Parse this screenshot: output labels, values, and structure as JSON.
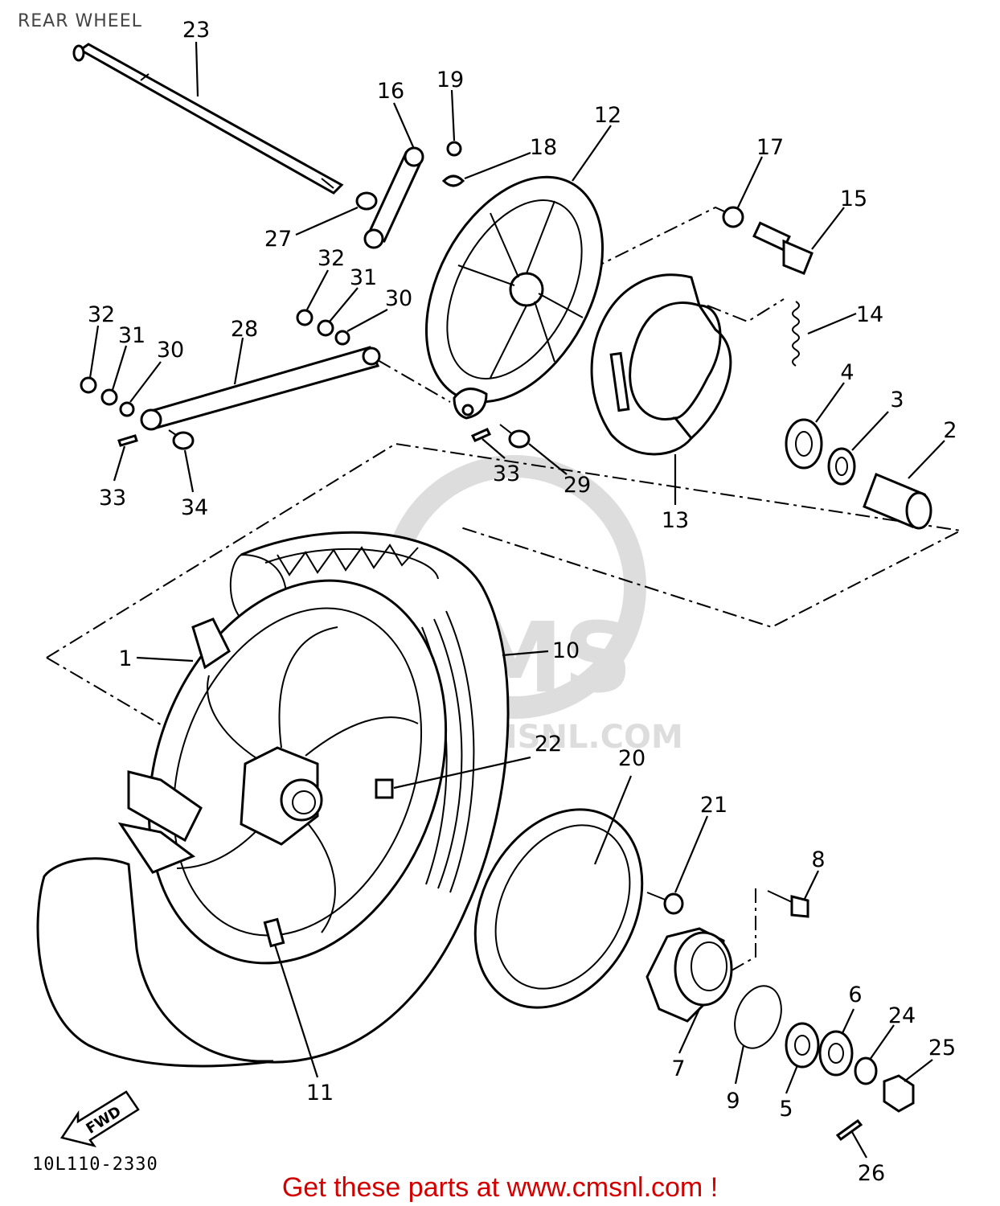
{
  "title": "REAR WHEEL",
  "diagram_code": "10L110-2330",
  "fwd_label": "FWD",
  "watermark": {
    "line1": "CMS",
    "line2": "WWW.CMSNL.COM"
  },
  "footer": "Get these parts at www.cmsnl.com !",
  "colors": {
    "footer": "#d40000",
    "ink": "#000000"
  },
  "callouts": {
    "c1": "1",
    "c2": "2",
    "c3": "3",
    "c4": "4",
    "c5": "5",
    "c6": "6",
    "c7": "7",
    "c8": "8",
    "c9": "9",
    "c10": "10",
    "c11": "11",
    "c12": "12",
    "c13": "13",
    "c14": "14",
    "c15": "15",
    "c16": "16",
    "c17": "17",
    "c18": "18",
    "c19": "19",
    "c20": "20",
    "c21": "21",
    "c22": "22",
    "c23": "23",
    "c24": "24",
    "c25": "25",
    "c26": "26",
    "c27": "27",
    "c28": "28",
    "c29": "29",
    "c30a": "30",
    "c30b": "30",
    "c31a": "31",
    "c31b": "31",
    "c32a": "32",
    "c32b": "32",
    "c33a": "33",
    "c33b": "33",
    "c34": "34"
  }
}
